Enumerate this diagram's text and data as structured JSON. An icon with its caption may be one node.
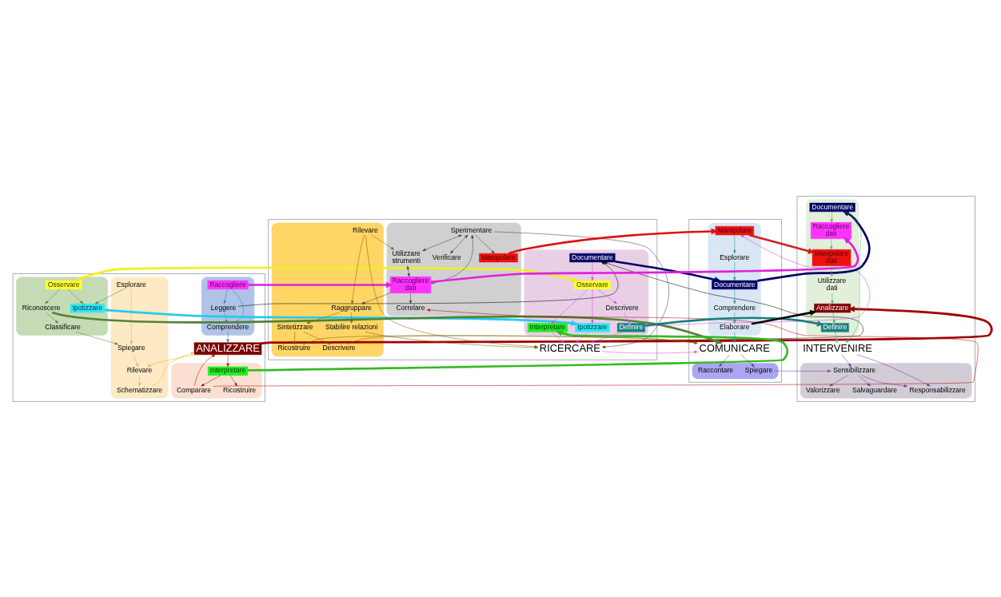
{
  "diagram": {
    "nodes": [
      {
        "text": [],
        "shape": "box"
      },
      {
        "text": [],
        "shape": "box",
        "in": 0
      },
      {
        "text": [
          "Raccogliere"
        ],
        "in": 1
      },
      {
        "text": [
          "Leggere"
        ],
        "in": 1
      },
      {
        "text": [
          "Comprendere"
        ],
        "in": 1
      },
      {
        "text": [
          "ANALIZZARE"
        ],
        "in": 0
      },
      {
        "text": [],
        "shape": "box",
        "in": 0
      },
      {
        "text": [
          "Schematizzare"
        ],
        "in": 6
      },
      {
        "text": [
          "Rilevare"
        ],
        "in": 6
      },
      {
        "text": [
          "Esplorare"
        ],
        "in": 6
      },
      {
        "text": [
          "Spiegare"
        ],
        "in": 6
      },
      {
        "text": [],
        "shape": "box",
        "in": 0
      },
      {
        "text": [
          "Ipotizzare"
        ],
        "in": 11
      },
      {
        "text": [
          "Classificare"
        ],
        "in": 11
      },
      {
        "text": [
          "Riconoscere"
        ],
        "in": 11
      },
      {
        "text": [
          "Osservare"
        ],
        "in": 11
      },
      {
        "text": [],
        "shape": "box",
        "in": 0
      },
      {
        "text": [
          "Interpretare"
        ],
        "in": 16
      },
      {
        "text": [
          "Ricostruire"
        ],
        "in": 16
      },
      {
        "text": [
          "Comparare"
        ],
        "in": 16
      },
      {
        "text": [],
        "shape": "box"
      },
      {
        "text": [],
        "shape": "box",
        "in": 20
      },
      {
        "text": [
          "Documentare"
        ],
        "in": 21
      },
      {
        "text": [
          "Osservare"
        ],
        "in": 21
      },
      {
        "text": [
          "Interpretare"
        ],
        "in": 21
      },
      {
        "text": [
          "Ipotizzare"
        ],
        "in": 21
      },
      {
        "text": [
          "Descrivere"
        ],
        "in": 21
      },
      {
        "text": [
          "Definire"
        ],
        "in": 21
      },
      {
        "text": [
          "RICERCARE"
        ],
        "in": 20
      },
      {
        "text": [],
        "shape": "box",
        "in": 20
      },
      {
        "text": [
          "Sperimentare"
        ],
        "in": 29
      },
      {
        "text": [
          "Utilizzare",
          "strumenti"
        ],
        "in": 29
      },
      {
        "text": [
          "Verificare"
        ],
        "in": 29
      },
      {
        "text": [
          "Raccogliere",
          "dati"
        ],
        "in": 29
      },
      {
        "text": [
          "Manipolare"
        ],
        "in": 29
      },
      {
        "text": [
          "Correlare"
        ],
        "in": 29
      },
      {
        "text": [],
        "shape": "box",
        "in": 20
      },
      {
        "text": [
          "Stabilire relazioni"
        ],
        "in": 36
      },
      {
        "text": [
          "Rilevare"
        ],
        "in": 36
      },
      {
        "text": [
          "Raggruppare"
        ],
        "in": 36
      },
      {
        "text": [
          "Sintetizzare"
        ],
        "in": 36
      },
      {
        "text": [
          "Ricostruire"
        ],
        "in": 36
      },
      {
        "text": [
          "Descrivere"
        ],
        "in": 36
      },
      {
        "text": [],
        "shape": "box"
      },
      {
        "text": [],
        "shape": "box",
        "in": 43
      },
      {
        "text": [
          "Manipolare"
        ],
        "in": 44
      },
      {
        "text": [
          "Esplorare"
        ],
        "in": 44
      },
      {
        "text": [
          "Documentare"
        ],
        "in": 44
      },
      {
        "text": [
          "Comprendere"
        ],
        "in": 44
      },
      {
        "text": [
          "Elaborare"
        ],
        "in": 44
      },
      {
        "text": [
          "COMUNICARE"
        ],
        "in": 43
      },
      {
        "text": [],
        "shape": "box",
        "in": 43
      },
      {
        "text": [
          "Spiegare"
        ],
        "in": 51
      },
      {
        "text": [
          "Raccontare"
        ],
        "in": 51
      },
      {
        "text": [],
        "shape": "box"
      },
      {
        "text": [],
        "shape": "box",
        "in": 54
      },
      {
        "text": [
          "Documentare"
        ],
        "in": 55
      },
      {
        "text": [
          "Raccogliere",
          "dati"
        ],
        "in": 55
      },
      {
        "text": [
          "Manipolare",
          "dati"
        ],
        "in": 55
      },
      {
        "text": [
          "Utilizzare",
          "dati"
        ],
        "in": 55
      },
      {
        "text": [
          "Analizzare"
        ],
        "in": 55
      },
      {
        "text": [
          "Definire"
        ],
        "in": 55
      },
      {
        "text": [
          "INTERVENIRE"
        ],
        "in": 54
      },
      {
        "text": [],
        "shape": "box",
        "in": 54
      },
      {
        "text": [
          "Sensibilizzare"
        ],
        "in": 63
      },
      {
        "text": [
          "Responsabilizzare"
        ],
        "in": 63
      },
      {
        "text": [
          "Valorizzare"
        ],
        "in": 63
      },
      {
        "text": [
          "Salvaguardare"
        ],
        "in": 63
      }
    ],
    "edges": [
      {
        "from": 2,
        "to": 3,
        "arrow": "to",
        "color": "#4472c4"
      },
      {
        "from": 2,
        "to": 4,
        "arrow": "to",
        "color": "#4472c4"
      },
      {
        "from": 3,
        "to": 4,
        "arrow": "to",
        "color": "#4472c4"
      },
      {
        "from": 4,
        "to": 5,
        "arrow": "to",
        "color": "#4472c4"
      },
      {
        "from": 3,
        "to": 22,
        "arrow": "to",
        "color": "#000000"
      },
      {
        "from": 5,
        "to": 22,
        "arrow": "to",
        "color": "#000000"
      },
      {
        "from": 2,
        "to": 33,
        "arrow": "to",
        "style": "thick",
        "color": "#e020e0"
      },
      {
        "from": 5,
        "to": 60,
        "arrow": "to",
        "style": "thick",
        "color": "#a00000"
      },
      {
        "from": 12,
        "to": 25,
        "arrow": "to",
        "style": "thick",
        "color": "#22ccee"
      },
      {
        "from": 15,
        "to": 23,
        "arrow": "to",
        "style": "thick",
        "color": "#f0f020"
      },
      {
        "from": 17,
        "to": 24,
        "arrow": "to",
        "style": "thick",
        "color": "#33bb22"
      },
      {
        "from": 14,
        "to": 50,
        "arrow": "to",
        "style": "thick",
        "color": "#548235"
      },
      {
        "from": 7,
        "to": 5,
        "arrow": "to",
        "color": "#f0b030"
      },
      {
        "from": 5,
        "to": 8,
        "arrow": "to",
        "color": "#f0b030"
      },
      {
        "from": 8,
        "to": 7,
        "arrow": "to",
        "color": "#f0b030"
      },
      {
        "from": 10,
        "to": 8,
        "arrow": "to",
        "color": "#f0b030"
      },
      {
        "from": 9,
        "to": 10,
        "arrow": "to",
        "color": "#f0b030"
      },
      {
        "from": 9,
        "to": 12,
        "arrow": "to",
        "color": "#548235"
      },
      {
        "from": 15,
        "to": 12,
        "arrow": "to",
        "color": "#548235"
      },
      {
        "from": 15,
        "to": 14,
        "arrow": "to",
        "color": "#548235"
      },
      {
        "from": 14,
        "to": 13,
        "arrow": "to",
        "color": "#548235"
      },
      {
        "from": 13,
        "to": 10,
        "arrow": "to",
        "color": "#548235"
      },
      {
        "from": 5,
        "to": 17,
        "arrow": "to",
        "color": "#c00000"
      },
      {
        "from": 19,
        "to": 5,
        "arrow": "to",
        "color": "#c00000"
      },
      {
        "from": 17,
        "to": 18,
        "arrow": "to",
        "color": "#c00000"
      },
      {
        "from": 17,
        "to": 19,
        "arrow": "to",
        "color": "#c00000"
      },
      {
        "from": 19,
        "to": 35,
        "arrow": "to",
        "color": "#c00000"
      },
      {
        "from": 22,
        "to": 23,
        "arrow": "to",
        "color": "#e040e0"
      },
      {
        "from": 23,
        "to": 24,
        "arrow": "to",
        "color": "#e040e0"
      },
      {
        "from": 23,
        "to": 25,
        "arrow": "to",
        "color": "#e040e0"
      },
      {
        "from": 23,
        "to": 26,
        "arrow": "to",
        "color": "#e040e0"
      },
      {
        "from": 26,
        "to": 27,
        "arrow": "to",
        "color": "#e040e0"
      },
      {
        "from": 24,
        "to": 28,
        "arrow": "to",
        "color": "#e040e0"
      },
      {
        "from": 25,
        "to": 28,
        "arrow": "to",
        "color": "#e040e0"
      },
      {
        "from": 27,
        "to": 28,
        "arrow": "to",
        "color": "#e040e0"
      },
      {
        "from": 27,
        "to": 45,
        "arrow": "to",
        "color": "#e040e0"
      },
      {
        "from": 28,
        "to": 50,
        "arrow": "to",
        "color": "#e040e0"
      },
      {
        "from": 22,
        "to": 47,
        "arrow": "to",
        "style": "thick",
        "color": "#000066"
      },
      {
        "from": 27,
        "to": 61,
        "arrow": "to",
        "style": "thick",
        "color": "#1a8080"
      },
      {
        "from": 34,
        "to": 45,
        "arrow": "to",
        "style": "thick",
        "color": "#e01010"
      },
      {
        "from": 33,
        "to": 57,
        "arrow": "to",
        "style": "thick",
        "color": "#e020e0"
      },
      {
        "from": 30,
        "to": 28,
        "arrow": "to",
        "color": "#404040"
      },
      {
        "from": 30,
        "to": 32,
        "arrow": "both",
        "color": "#404040"
      },
      {
        "from": 30,
        "to": 34,
        "arrow": "to",
        "color": "#404040"
      },
      {
        "from": 30,
        "to": 33,
        "arrow": "both",
        "color": "#404040"
      },
      {
        "from": 30,
        "to": 31,
        "arrow": "both",
        "color": "#404040"
      },
      {
        "from": 31,
        "to": 33,
        "arrow": "both",
        "color": "#404040"
      },
      {
        "from": 33,
        "to": 39,
        "arrow": "to",
        "color": "#404040"
      },
      {
        "from": 33,
        "to": 35,
        "arrow": "to",
        "color": "#404040"
      },
      {
        "from": 38,
        "to": 31,
        "arrow": "to",
        "color": "#7f6000"
      },
      {
        "from": 38,
        "to": 28,
        "arrow": "to",
        "color": "#7f6000"
      },
      {
        "from": 37,
        "to": 28,
        "arrow": "to",
        "color": "#7f6000"
      },
      {
        "from": 38,
        "to": 39,
        "arrow": "to",
        "color": "#7f6000"
      },
      {
        "from": 39,
        "to": 37,
        "arrow": "to",
        "color": "#7f6000"
      },
      {
        "from": 39,
        "to": 40,
        "arrow": "to",
        "color": "#7f6000"
      },
      {
        "from": 40,
        "to": 41,
        "arrow": "to",
        "color": "#7f6000"
      },
      {
        "from": 40,
        "to": 42,
        "arrow": "to",
        "color": "#7f6000"
      },
      {
        "from": 41,
        "to": 50,
        "arrow": "to",
        "color": "#7f6000"
      },
      {
        "from": 42,
        "to": 50,
        "arrow": "to",
        "color": "#7f6000"
      },
      {
        "from": 45,
        "to": 46,
        "arrow": "to",
        "color": "#2e8b8b"
      },
      {
        "from": 46,
        "to": 47,
        "arrow": "to",
        "color": "#2e8b8b"
      },
      {
        "from": 47,
        "to": 48,
        "arrow": "to",
        "color": "#2e8b8b"
      },
      {
        "from": 48,
        "to": 49,
        "arrow": "to",
        "color": "#2e8b8b"
      },
      {
        "from": 49,
        "to": 50,
        "arrow": "to",
        "color": "#2e8b8b"
      },
      {
        "from": 49,
        "to": 60,
        "arrow": "to",
        "style": "thick",
        "color": "#000000"
      },
      {
        "from": 45,
        "to": 58,
        "arrow": "to",
        "style": "thick",
        "color": "#d02020"
      },
      {
        "from": 47,
        "to": 56,
        "arrow": "to",
        "style": "thick",
        "color": "#000066"
      },
      {
        "from": 50,
        "to": 52,
        "arrow": "to",
        "color": "#7030a0"
      },
      {
        "from": 50,
        "to": 53,
        "arrow": "to",
        "color": "#7030a0"
      },
      {
        "from": 52,
        "to": 64,
        "arrow": "to",
        "color": "#7030a0"
      },
      {
        "from": 56,
        "to": 57,
        "arrow": "to",
        "color": "#50b050"
      },
      {
        "from": 56,
        "to": 62,
        "arrow": "to",
        "color": "#50b050"
      },
      {
        "from": 57,
        "to": 58,
        "arrow": "to",
        "color": "#50b050"
      },
      {
        "from": 58,
        "to": 59,
        "arrow": "to",
        "color": "#50b050"
      },
      {
        "from": 59,
        "to": 60,
        "arrow": "to",
        "color": "#50b050"
      },
      {
        "from": 60,
        "to": 61,
        "arrow": "to",
        "color": "#50b050"
      },
      {
        "from": 61,
        "to": 62,
        "arrow": "to",
        "color": "#50b050"
      },
      {
        "from": 62,
        "to": 64,
        "arrow": "to",
        "color": "#7030a0"
      },
      {
        "from": 62,
        "to": 65,
        "arrow": "to",
        "color": "#7030a0"
      },
      {
        "from": 64,
        "to": 65,
        "arrow": "to",
        "color": "#7030a0"
      },
      {
        "from": 64,
        "to": 66,
        "arrow": "to",
        "color": "#7030a0"
      },
      {
        "from": 64,
        "to": 67,
        "arrow": "to",
        "color": "#7030a0"
      }
    ]
  }
}
